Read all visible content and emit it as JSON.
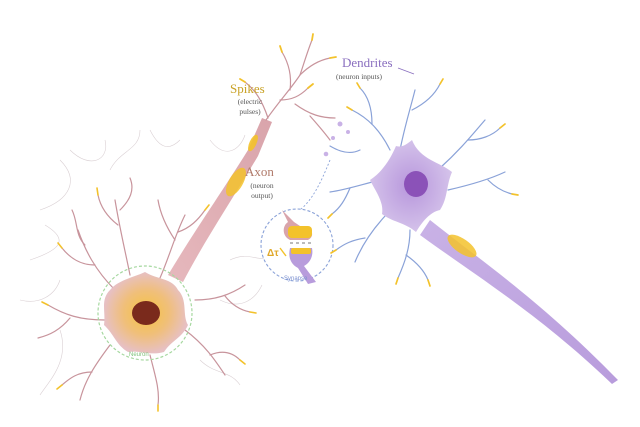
{
  "labels": {
    "spikes": {
      "title": "Spikes",
      "subtitle_line1": "(electric",
      "subtitle_line2": "pulses)"
    },
    "axon": {
      "title": "Axon",
      "subtitle_line1": "(neuron",
      "subtitle_line2": "output)"
    },
    "dendrites": {
      "title": "Dendrites",
      "subtitle": "(neuron inputs)"
    },
    "neuron": "Neuron",
    "synapse": "Synapse",
    "delta_t": "Δτ"
  },
  "colors": {
    "spikes_label": "#c9a227",
    "axon_label": "#b07a6a",
    "dendrites_label": "#8a6fbf",
    "neuron_left_body": "#e8c2c6",
    "neuron_left_nucleus": "#7a2a1c",
    "neuron_left_glow": "#f3b53c",
    "neuron_right_body": "#c6b0e2",
    "neuron_right_nucleus": "#8b52b8",
    "spike_yellow": "#f3c22b",
    "neuron_ring": "#a6d8a0",
    "synapse_ring": "#8aa2d8"
  }
}
